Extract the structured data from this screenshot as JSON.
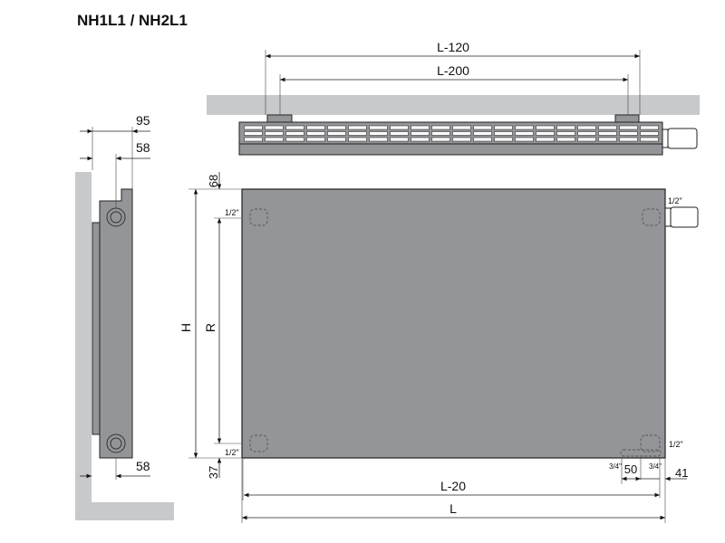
{
  "title": "NH1L1 / NH2L1",
  "side_view": {
    "dim_depth_total": "95",
    "dim_depth_top": "58",
    "dim_depth_bottom": "58"
  },
  "top_view": {
    "dim_l120": "L-120",
    "dim_l200": "L-200"
  },
  "front_view": {
    "dim_top_offset": "68",
    "dim_bottom_offset": "37",
    "dim_height": "H",
    "dim_r": "R",
    "conn_top_left": "1/2\"",
    "conn_bottom_left": "1/2\"",
    "conn_top_right": "1/2\"",
    "conn_bottom_right": "1/2\"",
    "conn_bottom_a": "3/4\"",
    "conn_bottom_b": "3/4\"",
    "dim_spacing": "50",
    "dim_edge": "41",
    "dim_l20": "L-20",
    "dim_l": "L"
  },
  "colors": {
    "panel": "#939598",
    "wall": "#c8c9cb",
    "outline": "#222222"
  }
}
